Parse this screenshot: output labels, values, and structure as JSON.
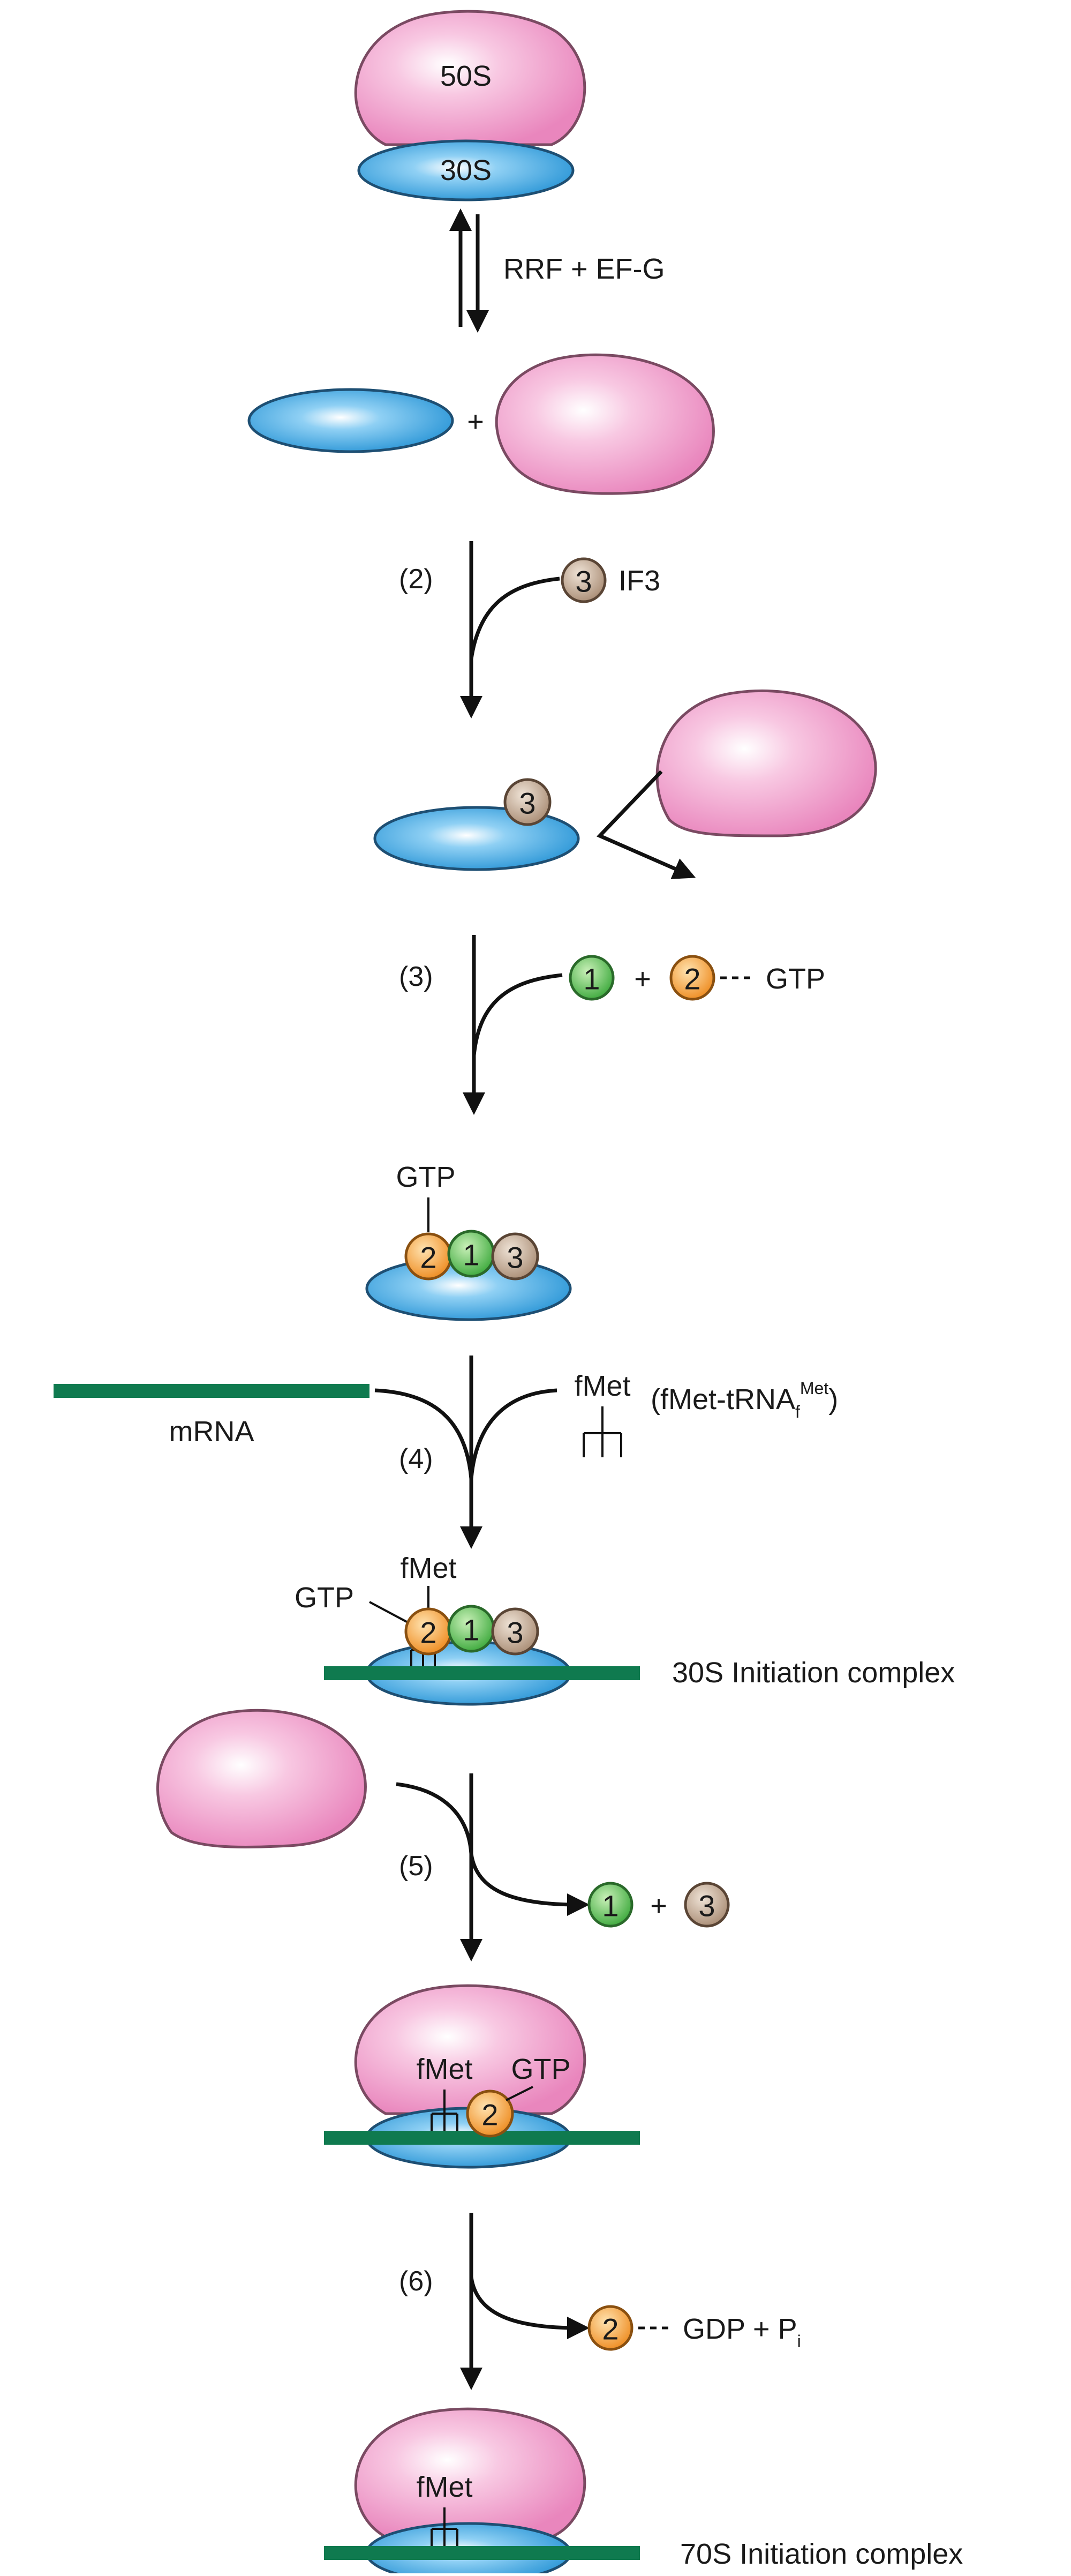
{
  "subunits": {
    "large": "50S",
    "small": "30S"
  },
  "labels": {
    "step1_factors": "RRF + EF-G",
    "plus": "+",
    "step2": "(2)",
    "if3": "IF3",
    "step3": "(3)",
    "gtp": "GTP",
    "gdp_pi_main": "GDP + P",
    "gdp_pi_sub": "i",
    "step4": "(4)",
    "mrna": "mRNA",
    "fmet": "fMet",
    "trna_open": "(fMet-tRNA",
    "trna_sub": "f",
    "trna_sup": "Met",
    "trna_close": ")",
    "complex30s": "30S Initiation complex",
    "step5": "(5)",
    "step6": "(6)",
    "complex70s": "70S Initiation complex"
  },
  "factors": {
    "if1": "1",
    "if2": "2",
    "if3": "3"
  },
  "colors": {
    "large_subunit": "#f2a8cf",
    "small_subunit": "#4aa6dc",
    "mrna": "#0f7a4f",
    "if1": "#52b948",
    "if2": "#f29a30",
    "if3": "#b8a08c"
  }
}
